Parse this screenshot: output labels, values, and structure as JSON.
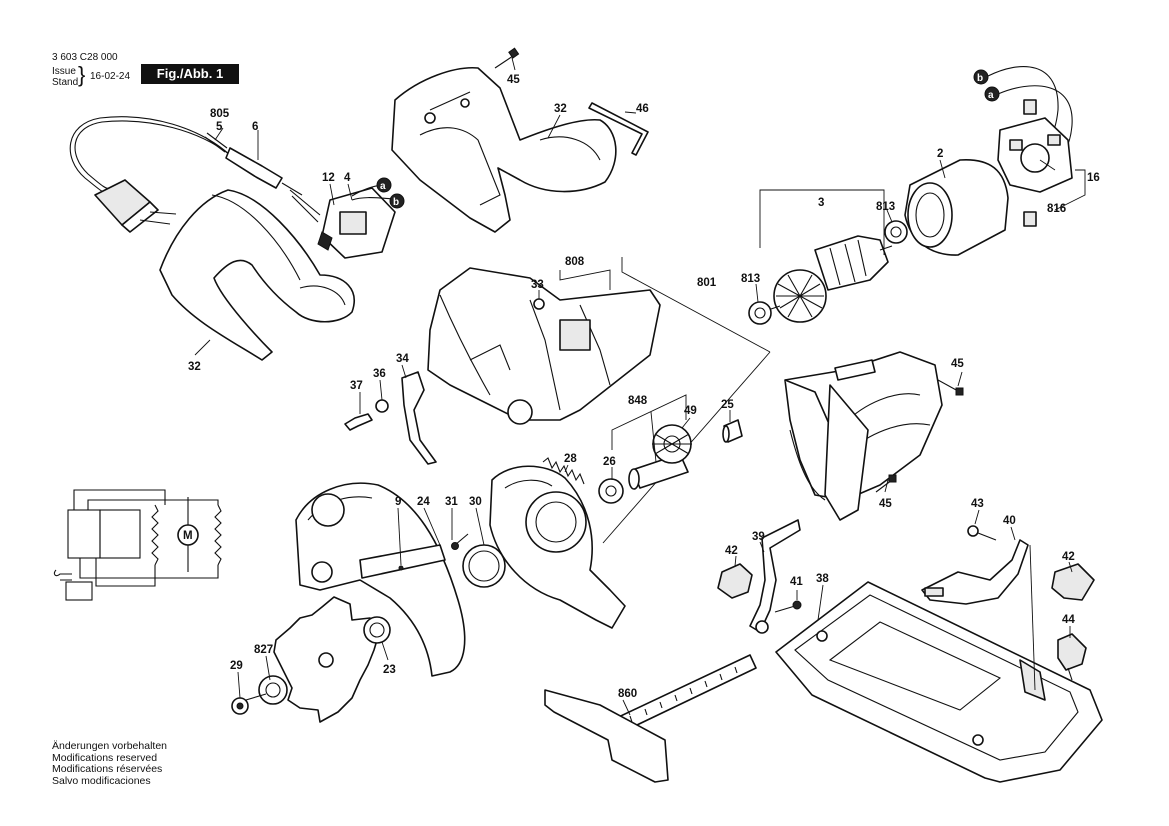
{
  "header": {
    "part_number": "3 603 C28 000",
    "issue_label": "Issue",
    "stand_label": "Stand",
    "date": "16-02-24",
    "figure_label": "Fig./Abb. 1"
  },
  "notes": [
    "Änderungen vorbehalten",
    "Modifications reserved",
    "Modifications réservées",
    "Salvo modificaciones"
  ],
  "callouts": [
    "45",
    "32",
    "46",
    "805",
    "5",
    "6",
    "12",
    "4",
    "32",
    "33",
    "808",
    "37",
    "36",
    "34",
    "801",
    "3",
    "2",
    "16",
    "816",
    "813",
    "813",
    "45",
    "848",
    "49",
    "25",
    "26",
    "28",
    "45",
    "9",
    "24",
    "31",
    "30",
    "43",
    "40",
    "42",
    "39",
    "42",
    "41",
    "38",
    "44",
    "29",
    "827",
    "23",
    "860"
  ],
  "wire_labels": [
    "a",
    "b",
    "a",
    "b"
  ],
  "schematic": {
    "motor_label": "M"
  }
}
